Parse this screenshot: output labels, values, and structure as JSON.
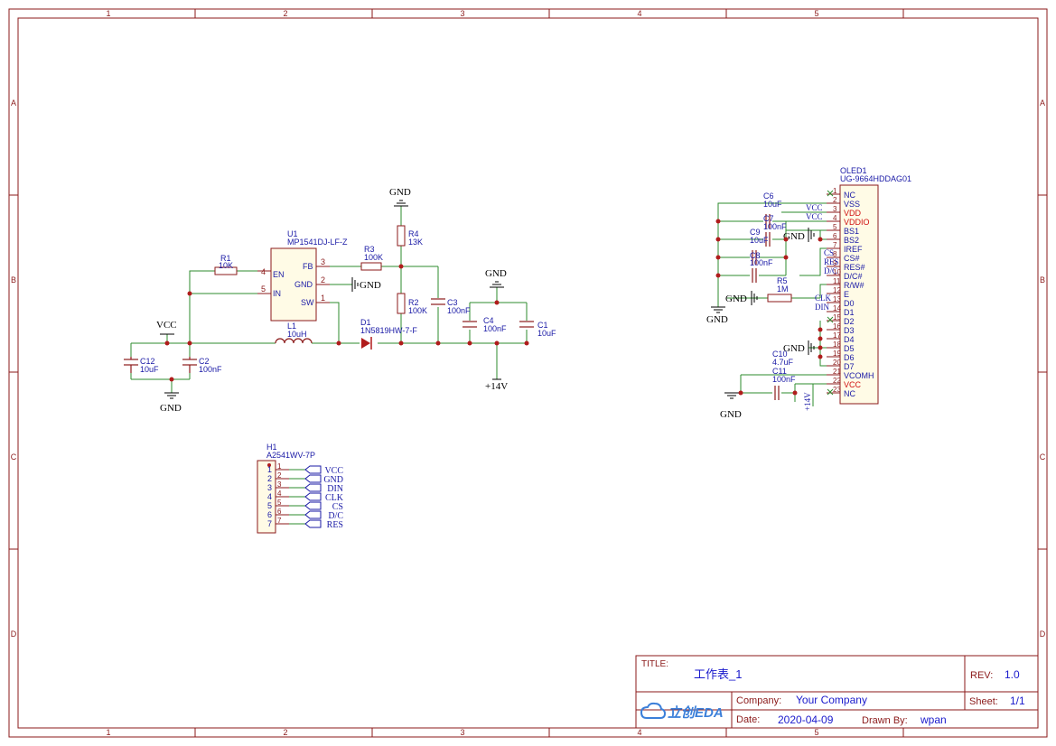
{
  "frame": {
    "columns": [
      "1",
      "2",
      "3",
      "4",
      "5"
    ],
    "rows": [
      "A",
      "B",
      "C",
      "D"
    ]
  },
  "title_block": {
    "title_label": "TITLE:",
    "title_value": "工作表_1",
    "rev_label": "REV:",
    "rev_value": "1.0",
    "company_label": "Company:",
    "company_value": "Your Company",
    "sheet_label": "Sheet:",
    "sheet_value": "1/1",
    "date_label": "Date:",
    "date_value": "2020-04-09",
    "drawn_label": "Drawn By:",
    "drawn_value": "wpan",
    "logo_text": "立创EDA"
  },
  "power_block": {
    "u1_ref": "U1",
    "u1_part": "MP1541DJ-LF-Z",
    "u1_pins": [
      "EN",
      "IN",
      "FB",
      "GND",
      "SW"
    ],
    "u1_pin_nums": [
      "4",
      "5",
      "3",
      "2",
      "1"
    ],
    "r1": [
      "R1",
      "10K"
    ],
    "r2": [
      "R2",
      "100K"
    ],
    "r3": [
      "R3",
      "100K"
    ],
    "r4": [
      "R4",
      "13K"
    ],
    "c1": [
      "C1",
      "10uF"
    ],
    "c2": [
      "C2",
      "100nF"
    ],
    "c3": [
      "C3",
      "100nF"
    ],
    "c4": [
      "C4",
      "100nF"
    ],
    "c12": [
      "C12",
      "10uF"
    ],
    "l1": [
      "L1",
      "10uH"
    ],
    "d1": [
      "D1",
      "1N5819HW-7-F"
    ],
    "nets": {
      "vcc": "VCC",
      "gnd": "GND",
      "v14": "+14V"
    }
  },
  "header_block": {
    "ref": "H1",
    "part": "A2541WV-7P",
    "pin_nums": [
      "1",
      "2",
      "3",
      "4",
      "5",
      "6",
      "7"
    ],
    "nets": [
      "VCC",
      "GND",
      "DIN",
      "CLK",
      "CS",
      "D/C",
      "RES"
    ]
  },
  "oled_block": {
    "ref": "OLED1",
    "part": "UG-9664HDDAG01",
    "pins": [
      {
        "num": "1",
        "name": "NC",
        "red": false
      },
      {
        "num": "2",
        "name": "VSS",
        "red": false
      },
      {
        "num": "3",
        "name": "VDD",
        "red": true
      },
      {
        "num": "4",
        "name": "VDDIO",
        "red": true
      },
      {
        "num": "5",
        "name": "BS1",
        "red": false
      },
      {
        "num": "6",
        "name": "BS2",
        "red": false
      },
      {
        "num": "7",
        "name": "IREF",
        "red": false
      },
      {
        "num": "8",
        "name": "CS#",
        "red": false
      },
      {
        "num": "9",
        "name": "RES#",
        "red": false
      },
      {
        "num": "10",
        "name": "D/C#",
        "red": false
      },
      {
        "num": "11",
        "name": "R/W#",
        "red": false
      },
      {
        "num": "12",
        "name": "E",
        "red": false
      },
      {
        "num": "13",
        "name": "D0",
        "red": false
      },
      {
        "num": "14",
        "name": "D1",
        "red": false
      },
      {
        "num": "15",
        "name": "D2",
        "red": false
      },
      {
        "num": "16",
        "name": "D3",
        "red": false
      },
      {
        "num": "17",
        "name": "D4",
        "red": false
      },
      {
        "num": "18",
        "name": "D5",
        "red": false
      },
      {
        "num": "19",
        "name": "D6",
        "red": false
      },
      {
        "num": "20",
        "name": "D7",
        "red": false
      },
      {
        "num": "21",
        "name": "VCOMH",
        "red": false
      },
      {
        "num": "22",
        "name": "VCC",
        "red": true
      },
      {
        "num": "23",
        "name": "NC",
        "red": false
      }
    ],
    "c6": [
      "C6",
      "10uF"
    ],
    "c7": [
      "C7",
      "100nF"
    ],
    "c8": [
      "C8",
      "100nF"
    ],
    "c9": [
      "C9",
      "10uF"
    ],
    "c10": [
      "C10",
      "4.7uF"
    ],
    "c11": [
      "C11",
      "100nF"
    ],
    "r5": [
      "R5",
      "1M"
    ],
    "vcc_label": "VCC",
    "gnd_label": "GND",
    "v14_label": "+14V",
    "sig_labels": [
      "CS",
      "RES",
      "D/C",
      "CLK",
      "DIN"
    ]
  }
}
